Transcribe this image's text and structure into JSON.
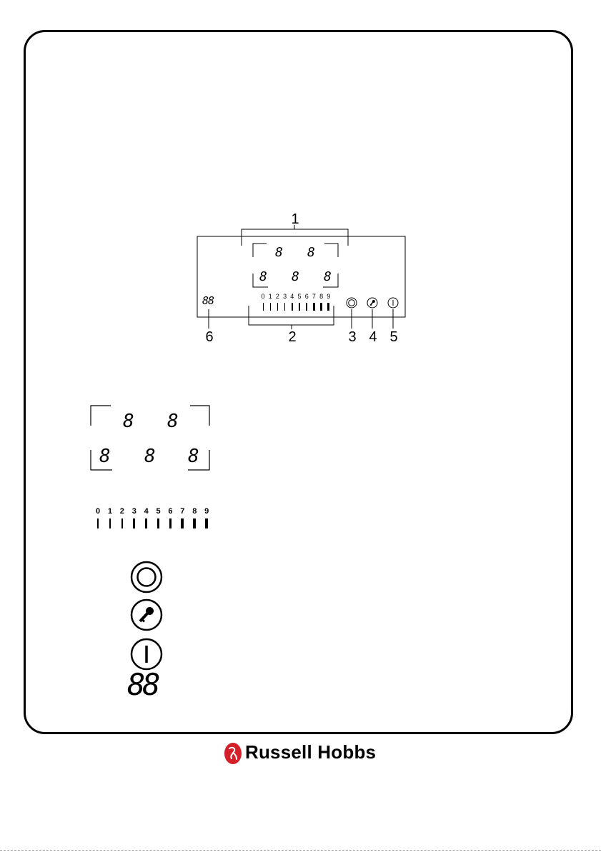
{
  "callouts": [
    "1",
    "2",
    "3",
    "4",
    "5",
    "6"
  ],
  "panel": {
    "zone_digits_top": [
      "8",
      "8"
    ],
    "zone_digits_bottom": [
      "8",
      "8",
      "8"
    ],
    "timer_digits": "88",
    "power_scale": [
      "0",
      "1",
      "2",
      "3",
      "4",
      "5",
      "6",
      "7",
      "8",
      "9"
    ]
  },
  "legend": {
    "zone_digits_top": [
      "8",
      "8"
    ],
    "zone_digits_bottom": [
      "8",
      "8",
      "8"
    ],
    "power_scale": [
      "0",
      "1",
      "2",
      "3",
      "4",
      "5",
      "6",
      "7",
      "8",
      "9"
    ],
    "timer_digits": "88"
  },
  "icons": [
    "zone-select-icon",
    "key-lock-icon",
    "power-icon"
  ],
  "brand": {
    "name": "Russell Hobbs",
    "color": "#d4202a"
  }
}
